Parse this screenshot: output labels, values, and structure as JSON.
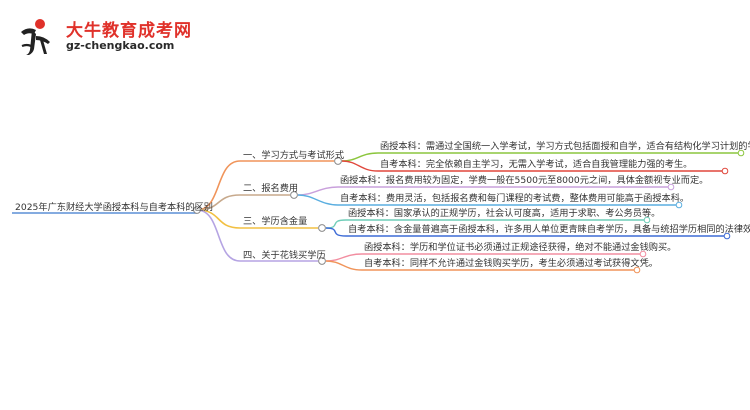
{
  "logo": {
    "name": "大牛教育成考网",
    "url": "gz-chengkao.com"
  },
  "mindmap": {
    "root": "2025年广东财经大学函授本科与自考本科的区别",
    "branches": [
      {
        "title": "一、学习方式与考试形式",
        "color": "#f0945a",
        "leaves": [
          {
            "text": "函授本科：需通过全国统一入学考试，学习方式包括面授和自学，适合有结构化学习计划的学生。",
            "color": "#8cc63e"
          },
          {
            "text": "自考本科：完全依赖自主学习，无需入学考试，适合自我管理能力强的考生。",
            "color": "#e0473c"
          }
        ]
      },
      {
        "title": "二、报名费用",
        "color": "#c7a98c",
        "leaves": [
          {
            "text": "函授本科：报名费用较为固定，学费一般在5500元至8000元之间，具体金额视专业而定。",
            "color": "#c9a0dc"
          },
          {
            "text": "自考本科：费用灵活，包括报名费和每门课程的考试费，整体费用可能高于函授本科。",
            "color": "#5aaee0"
          }
        ]
      },
      {
        "title": "三、学历含金量",
        "color": "#f2c043",
        "leaves": [
          {
            "text": "函授本科：国家承认的正规学历，社会认可度高，适用于求职、考公务员等。",
            "color": "#6fcdb8"
          },
          {
            "text": "自考本科：含金量普遍高于函授本科，许多用人单位更青睐自考学历，具备与统招学历相同的法律效力。",
            "color": "#3d6bd6"
          }
        ]
      },
      {
        "title": "四、关于花钱买学历",
        "color": "#b5a4e3",
        "leaves": [
          {
            "text": "函授本科：学历和学位证书必须通过正规途径获得，绝对不能通过金钱购买。",
            "color": "#f28da0"
          },
          {
            "text": "自考本科：同样不允许通过金钱购买学历，考生必须通过考试获得文凭。",
            "color": "#f0945a"
          }
        ]
      }
    ]
  }
}
